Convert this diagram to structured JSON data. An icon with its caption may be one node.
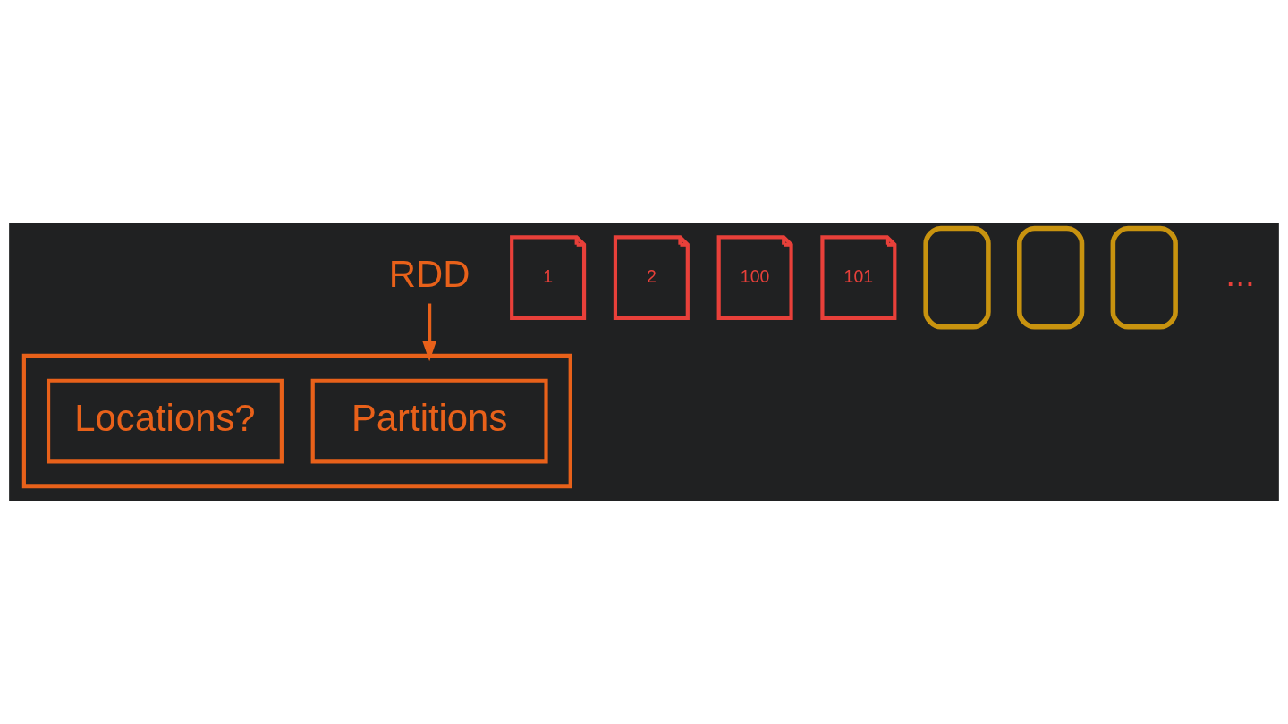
{
  "diagram": {
    "nodes": [
      {
        "text": [
          "RDD"
        ]
      },
      {
        "text": [],
        "shape": "box"
      },
      {
        "text": [
          "Partitions"
        ],
        "in": 1
      },
      {
        "text": [
          "Locations?"
        ],
        "in": 1
      },
      {
        "text": [
          "1"
        ]
      },
      {
        "text": [
          "2"
        ]
      },
      {
        "text": [
          "100"
        ]
      },
      {
        "text": [
          "101"
        ]
      },
      {
        "text": [],
        "shape": "server"
      },
      {
        "text": [],
        "shape": "server"
      },
      {
        "text": [],
        "shape": "server"
      }
    ],
    "edges": [
      {
        "from": 0,
        "to": 1,
        "arrow": "to"
      }
    ],
    "labels": [
      "..."
    ]
  }
}
